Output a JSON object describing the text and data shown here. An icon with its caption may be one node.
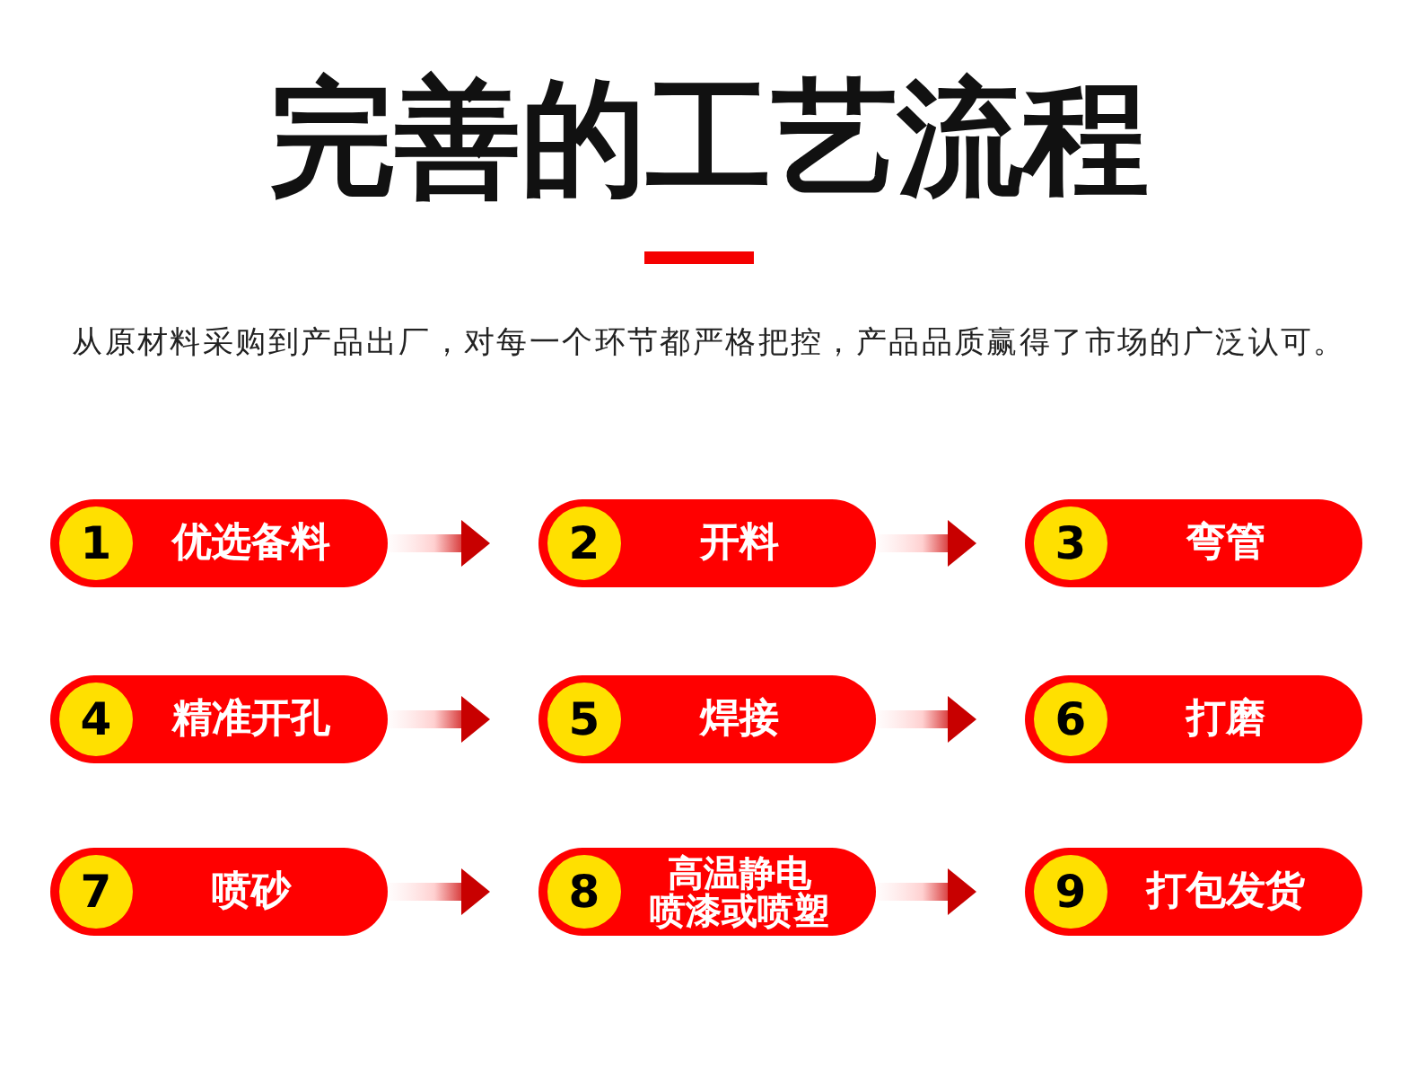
{
  "diagram": {
    "title": "完善的工艺流程",
    "nodes": [
      {
        "text": [
          "优选备料"
        ]
      },
      {
        "text": [
          "1"
        ],
        "in": 0
      },
      {
        "text": [
          "开料"
        ]
      },
      {
        "text": [
          "2"
        ],
        "in": 2
      },
      {
        "text": [
          "弯管"
        ]
      },
      {
        "text": [
          "3"
        ],
        "in": 4
      },
      {
        "text": [
          "精准开孔"
        ]
      },
      {
        "text": [
          "4"
        ],
        "in": 6
      },
      {
        "text": [
          "焊接"
        ]
      },
      {
        "text": [
          "5"
        ],
        "in": 8
      },
      {
        "text": [
          "打磨"
        ]
      },
      {
        "text": [
          "6"
        ],
        "in": 10
      },
      {
        "text": [
          "喷砂"
        ]
      },
      {
        "text": [
          "7"
        ],
        "in": 12
      },
      {
        "text": [
          "高温静电喷漆或喷塑"
        ]
      },
      {
        "text": [
          "8"
        ],
        "in": 14
      },
      {
        "text": [
          "打包发货"
        ]
      },
      {
        "text": [
          "9"
        ],
        "in": 16
      }
    ],
    "edges": [
      {
        "from": 0,
        "to": 2,
        "arrow": "to"
      },
      {
        "from": 2,
        "to": 4,
        "arrow": "to"
      },
      {
        "from": 6,
        "to": 8,
        "arrow": "to"
      },
      {
        "from": 8,
        "to": 10,
        "arrow": "to"
      },
      {
        "from": 12,
        "to": 14,
        "arrow": "to"
      },
      {
        "from": 14,
        "to": 16,
        "arrow": "to"
      }
    ],
    "labels": [
      "从原材料采购到产品出厂，对每一个环节都严格把控，产品品质赢得了市场的广泛认可。"
    ]
  }
}
